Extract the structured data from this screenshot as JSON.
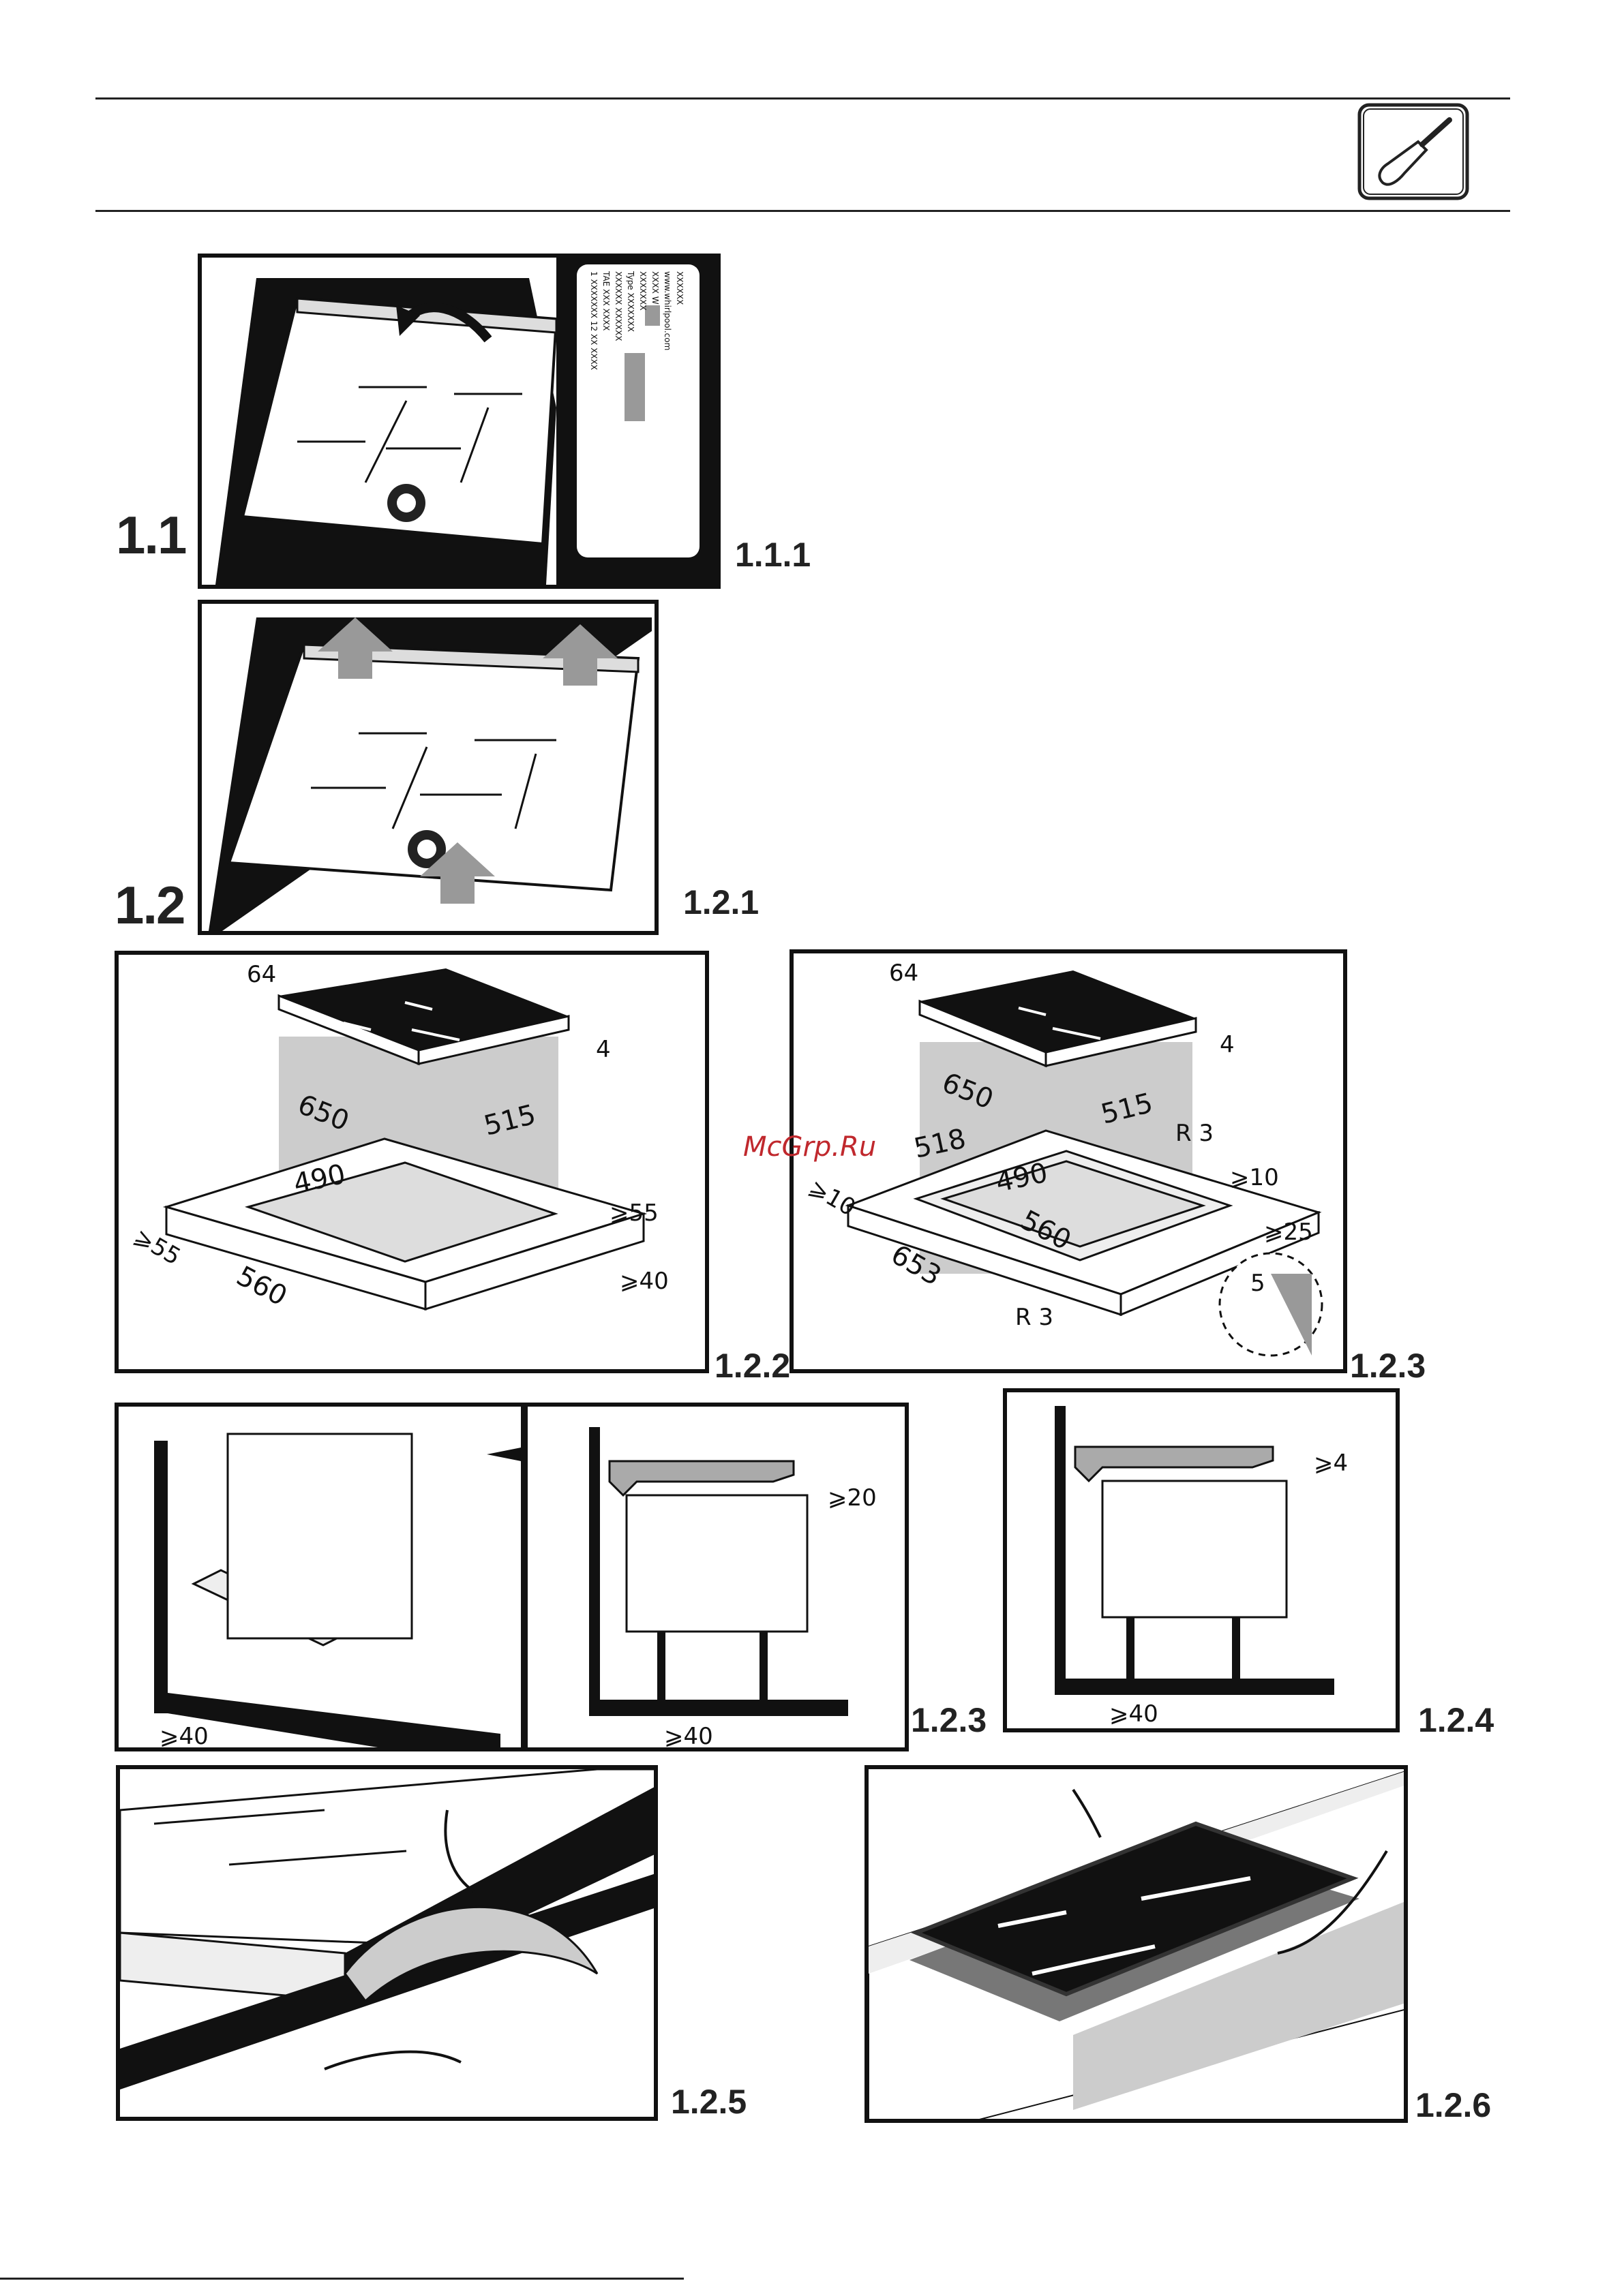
{
  "header": {
    "icon": "screwdriver-icon"
  },
  "figures": {
    "f11": {
      "main_label": "1.1",
      "sub_label": "1.1.1",
      "plate_lines": [
        "XXXXXX",
        "www.whirlpool.com",
        "XXXX W",
        "XXXXXXX",
        "Type XXXXXXX",
        "XXXXXX XXXXXX",
        "TAE XXX XXXX",
        "1 XXXXXXX 12 XX XXXX"
      ]
    },
    "f12": {
      "main_label": "1.2",
      "sub_label": "1.2.1"
    },
    "f122": {
      "sub_label": "1.2.2",
      "dims": {
        "d64": "64",
        "d4": "4",
        "d650": "650",
        "d515": "515",
        "d490": "490",
        "d560": "560",
        "d55a": "⩾55",
        "d55b": "⩾55",
        "d40": "⩾40"
      }
    },
    "f123": {
      "sub_label": "1.2.3",
      "dims": {
        "d64": "64",
        "d4": "4",
        "d650": "650",
        "d515": "515",
        "d518": "518",
        "d490": "490",
        "d560": "560",
        "d653": "653",
        "d10a": "⩾10",
        "d10b": "⩾10",
        "d25": "⩾25",
        "r3a": "R 3",
        "r3b": "R 3",
        "d5": "5"
      }
    },
    "f123b": {
      "sub_label": "1.2.3",
      "dims": {
        "d40a": "⩾40",
        "d20": "⩾20",
        "d40b": "⩾40"
      }
    },
    "f124": {
      "sub_label": "1.2.4",
      "dims": {
        "d4": "⩾4",
        "d40": "⩾40"
      }
    },
    "f125": {
      "sub_label": "1.2.5"
    },
    "f126": {
      "sub_label": "1.2.6"
    }
  },
  "watermark": "McGrp.Ru"
}
